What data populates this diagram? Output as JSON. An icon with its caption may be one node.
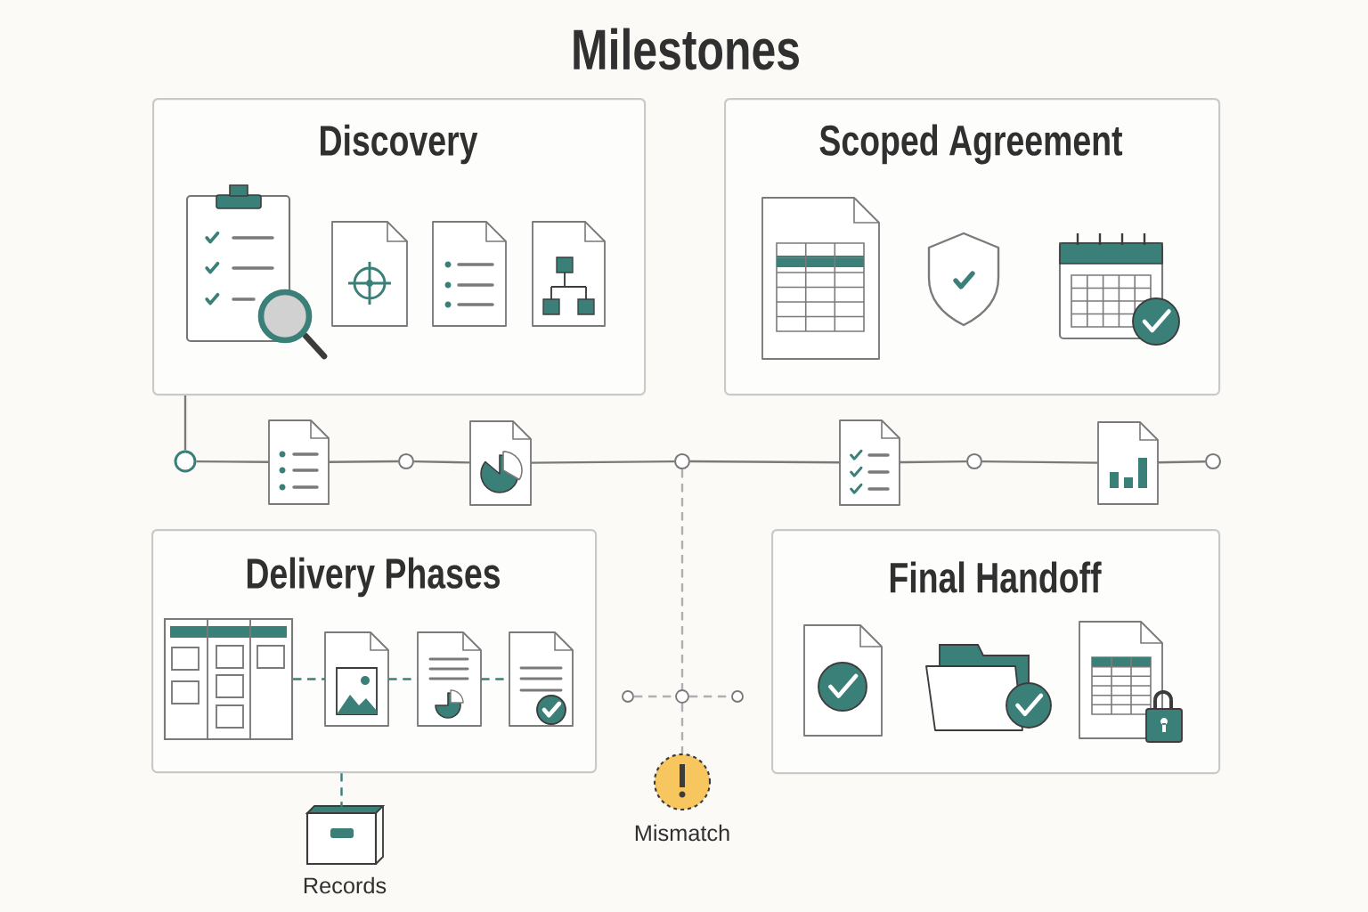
{
  "diagram": {
    "title": "Milestones",
    "nodes": [
      {
        "text": [
          "Discovery"
        ]
      },
      {
        "text": [
          "Scoped Agreement"
        ]
      },
      {
        "text": [],
        "shape": "circle"
      },
      {
        "text": [],
        "shape": "document"
      },
      {
        "text": [],
        "shape": "circle"
      },
      {
        "text": [],
        "shape": "document"
      },
      {
        "text": [],
        "shape": "circle"
      },
      {
        "text": [],
        "shape": "document"
      },
      {
        "text": [],
        "shape": "circle"
      },
      {
        "text": [],
        "shape": "document"
      },
      {
        "text": [],
        "shape": "circle"
      },
      {
        "text": [
          "Delivery Phases"
        ]
      },
      {
        "text": [],
        "shape": "board",
        "in": 11
      },
      {
        "text": [],
        "shape": "document",
        "in": 11
      },
      {
        "text": [],
        "shape": "document",
        "in": 11
      },
      {
        "text": [],
        "shape": "document",
        "in": 11
      },
      {
        "text": [
          "Final Handoff"
        ]
      },
      {
        "text": [],
        "shape": "circle"
      },
      {
        "text": [],
        "shape": "circle"
      },
      {
        "text": [],
        "shape": "circle"
      },
      {
        "text": [
          "Mismatch"
        ]
      },
      {
        "text": [
          "Records"
        ]
      }
    ],
    "edges": [
      {
        "from": 0,
        "to": 2,
        "arrow": "none"
      },
      {
        "from": 2,
        "to": 3,
        "arrow": "none"
      },
      {
        "from": 3,
        "to": 4,
        "arrow": "none"
      },
      {
        "from": 4,
        "to": 5,
        "arrow": "none"
      },
      {
        "from": 5,
        "to": 6,
        "arrow": "none"
      },
      {
        "from": 6,
        "to": 7,
        "arrow": "none"
      },
      {
        "from": 7,
        "to": 8,
        "arrow": "none"
      },
      {
        "from": 8,
        "to": 9,
        "arrow": "none"
      },
      {
        "from": 9,
        "to": 10,
        "arrow": "none"
      },
      {
        "from": 6,
        "to": 18,
        "arrow": "none",
        "style": "dashed",
        "color": "#b0b0b0"
      },
      {
        "from": 17,
        "to": 18,
        "arrow": "none",
        "style": "dashed",
        "color": "#b0b0b0"
      },
      {
        "from": 18,
        "to": 19,
        "arrow": "none",
        "style": "dashed",
        "color": "#b0b0b0"
      },
      {
        "from": 18,
        "to": 20,
        "arrow": "none",
        "style": "dashed",
        "color": "#b0b0b0"
      },
      {
        "from": 12,
        "to": 13,
        "arrow": "none",
        "style": "dashed",
        "color": "#3a7f78"
      },
      {
        "from": 13,
        "to": 14,
        "arrow": "none",
        "style": "dashed",
        "color": "#3a7f78"
      },
      {
        "from": 14,
        "to": 15,
        "arrow": "none",
        "style": "dashed",
        "color": "#3a7f78"
      },
      {
        "from": 11,
        "to": 21,
        "arrow": "none",
        "style": "dashed",
        "color": "#3a7f78"
      }
    ]
  }
}
